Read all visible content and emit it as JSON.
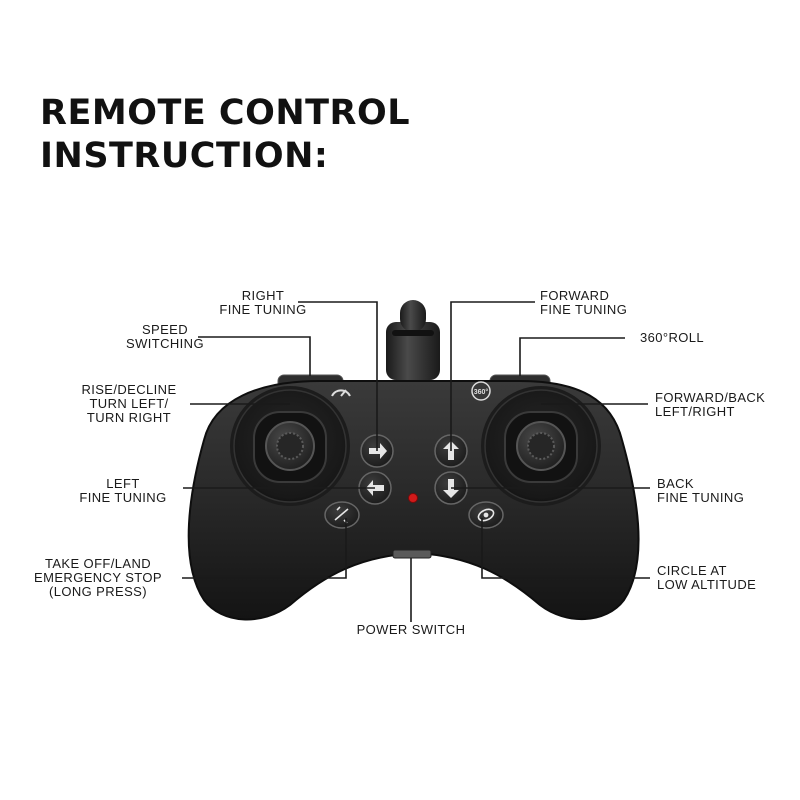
{
  "heading": {
    "line1": "REMOTE CONTROL",
    "line2": "INSTRUCTION:"
  },
  "labels": {
    "right_fine_tuning": {
      "line1": "RIGHT",
      "line2": "FINE TUNING"
    },
    "speed_switching": {
      "line1": "SPEED",
      "line2": "SWITCHING"
    },
    "rise_decline": {
      "line1": "RISE/DECLINE",
      "line2": "TURN LEFT/",
      "line3": "TURN RIGHT"
    },
    "left_fine_tuning": {
      "line1": "LEFT",
      "line2": "FINE TUNING"
    },
    "take_off_land": {
      "line1": "TAKE OFF/LAND",
      "line2": "EMERGENCY STOP",
      "line3": "(LONG PRESS)"
    },
    "forward_fine_tuning": {
      "line1": "FORWARD",
      "line2": "FINE TUNING"
    },
    "roll_360": {
      "line1": "360°ROLL"
    },
    "forward_back": {
      "line1": "FORWARD/BACK",
      "line2": "LEFT/RIGHT"
    },
    "back_fine_tuning": {
      "line1": "BACK",
      "line2": "FINE TUNING"
    },
    "circle_low_altitude": {
      "line1": "CIRCLE AT",
      "line2": "LOW ALTITUDE"
    },
    "power_switch": {
      "line1": "POWER SWITCH"
    }
  },
  "controller_marks": {
    "roll_badge": "360°"
  },
  "colors": {
    "body": "#2b2b2b",
    "line": "#1a1a1a",
    "led": "#d11a1a"
  }
}
